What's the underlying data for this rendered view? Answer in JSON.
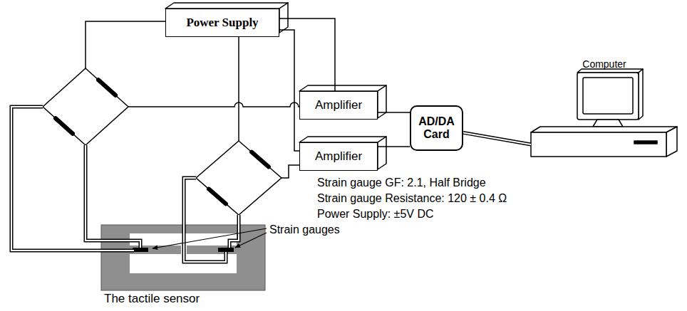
{
  "diagram": {
    "nodes": [
      {
        "text": [
          "Power Supply"
        ]
      },
      {
        "text": [
          "Amplifier"
        ]
      },
      {
        "text": [
          "Amplifier"
        ]
      },
      {
        "text": [
          "AD/DA Card"
        ]
      },
      {
        "text": [
          "Computer"
        ]
      },
      {
        "text": [
          "The tactile sensor"
        ]
      }
    ],
    "edges": [
      {
        "from": 0,
        "to": 1,
        "arrow": "none"
      },
      {
        "from": 0,
        "to": 2,
        "arrow": "none"
      },
      {
        "from": 1,
        "to": 3,
        "arrow": "none"
      },
      {
        "from": 2,
        "to": 3,
        "arrow": "none"
      },
      {
        "from": 3,
        "to": 4,
        "arrow": "none"
      }
    ],
    "labels": [
      "Strain gauges",
      "Strain gauge GF: 2.1, Half Bridge",
      "Strain gauge Resistance: 120 ± 0.4 Ω",
      "Power Supply: ±5V DC"
    ]
  }
}
